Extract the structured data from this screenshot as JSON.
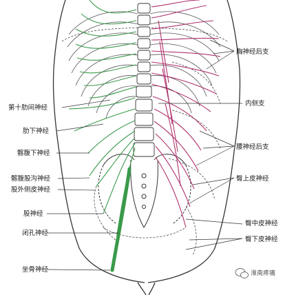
{
  "colors": {
    "green": "#3a9a4a",
    "magenta": "#b0326e",
    "outline": "#333333",
    "label": "#222222"
  },
  "labels": {
    "thoracic_posterior": "胸神经后支",
    "medial_branch": "内侧支",
    "lumbar_posterior": "腰神经后支",
    "superior_cluneal": "臀上皮神经",
    "middle_cluneal": "臀中皮神经",
    "inferior_cluneal": "臀下皮神经",
    "intercostal_10": "第十肋间神经",
    "subcostal": "肋下神经",
    "iliohypogastric": "髂腹下神经",
    "ilioinguinal": "髂腹股沟神经",
    "lateral_femoral_cutaneous": "股外侧皮神经",
    "femoral": "股神经",
    "obturator": "闭孔神经",
    "sciatic": "坐骨神经"
  },
  "watermark": {
    "icon": "wechat-icon",
    "text": "淮南疼痛"
  }
}
